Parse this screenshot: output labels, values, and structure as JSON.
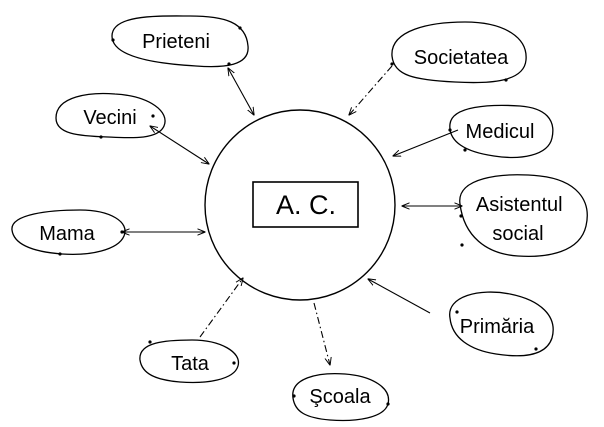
{
  "center": {
    "label": "A. C."
  },
  "nodes": [
    {
      "id": "prieteni",
      "label": "Prieteni"
    },
    {
      "id": "societatea",
      "label": "Societatea"
    },
    {
      "id": "vecini",
      "label": "Vecini"
    },
    {
      "id": "medicul",
      "label": "Medicul"
    },
    {
      "id": "asistentul-social",
      "label": "Asistentul social",
      "lines": [
        "Asistentul",
        "social"
      ]
    },
    {
      "id": "mama",
      "label": "Mama"
    },
    {
      "id": "primaria",
      "label": "Primăria"
    },
    {
      "id": "tata",
      "label": "Tata"
    },
    {
      "id": "scoala",
      "label": "Şcoala"
    }
  ]
}
